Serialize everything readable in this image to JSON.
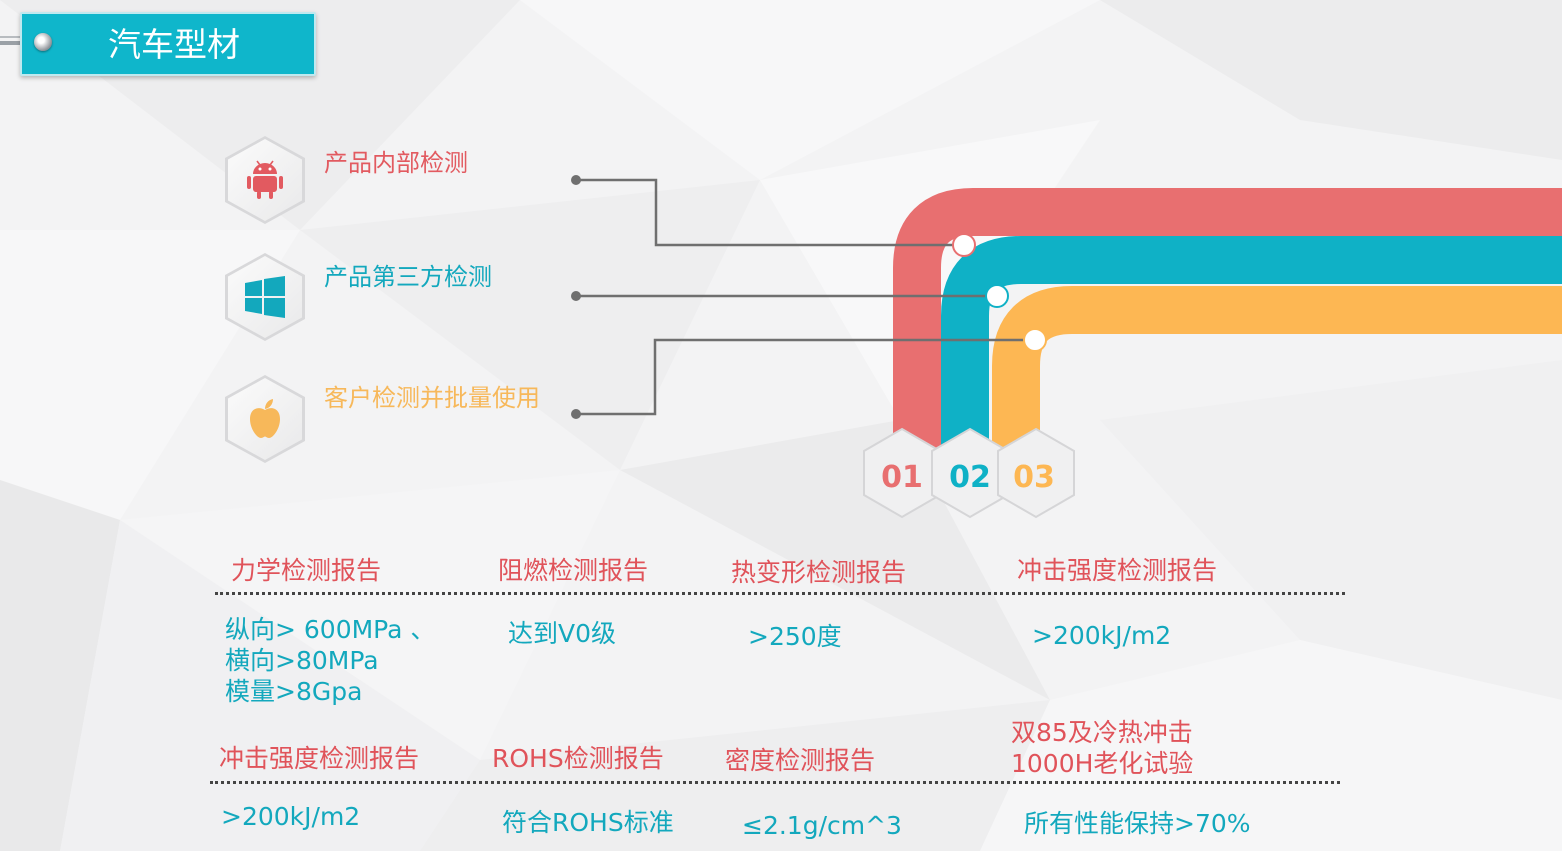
{
  "title": "汽车型材",
  "items": [
    {
      "label": "产品内部检测",
      "icon": "android-icon",
      "color": "#e25a60"
    },
    {
      "label": "产品第三方检测",
      "icon": "windows-icon",
      "color": "#13a8bd"
    },
    {
      "label": "客户检测并批量使用",
      "icon": "apple-icon",
      "color": "#f7b85a"
    }
  ],
  "steps": [
    "01",
    "02",
    "03"
  ],
  "colors": {
    "red": "#e86f70",
    "teal": "#0fb1c6",
    "orange": "#fdb753",
    "title_bg": "#0fb6cb"
  },
  "row1": {
    "headers": [
      "力学检测报告",
      "阻燃检测报告",
      "热变形检测报告",
      "冲击强度检测报告"
    ],
    "values": [
      [
        "纵向> 600MPa 、",
        "横向>80MPa",
        "模量>8Gpa"
      ],
      [
        "达到V0级"
      ],
      [
        ">250度"
      ],
      [
        ">200kJ/m2"
      ]
    ]
  },
  "row2": {
    "headers": [
      "冲击强度检测报告",
      "ROHS检测报告",
      "密度检测报告",
      "双85及冷热冲击",
      "1000H老化试验"
    ],
    "values": [
      ">200kJ/m2",
      "符合ROHS标准",
      "≤2.1g/cm^3",
      "所有性能保持>70%"
    ]
  }
}
